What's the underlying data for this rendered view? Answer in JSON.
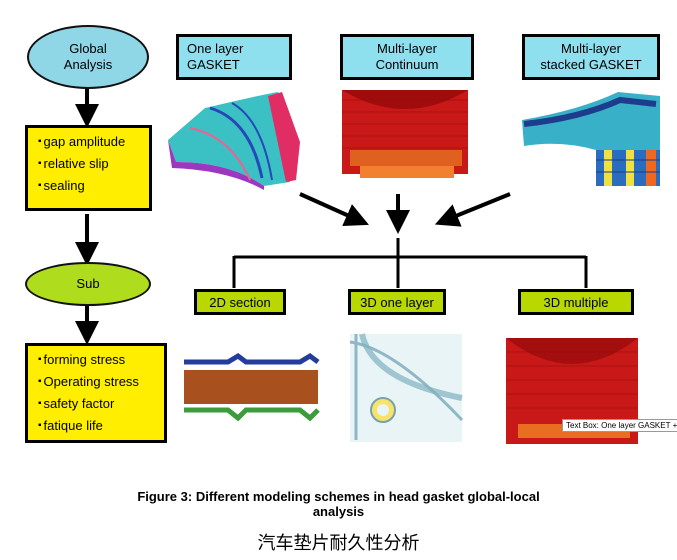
{
  "left_column": {
    "global_ellipse": "Global\nAnalysis",
    "global_items": [
      "gap amplitude",
      "relative slip",
      "sealing"
    ],
    "sub_ellipse": "Sub",
    "sub_items": [
      "forming stress",
      "Operating stress",
      "safety factor",
      "fatique life"
    ]
  },
  "top_boxes": [
    {
      "label": "One layer\nGASKET"
    },
    {
      "label": "Multi-layer\nContinuum"
    },
    {
      "label": "Multi-layer\nstacked GASKET"
    }
  ],
  "bottom_boxes": [
    {
      "label": "2D section"
    },
    {
      "label": "3D one layer"
    },
    {
      "label": "3D multiple"
    }
  ],
  "tooltip_text": "Text Box: One layer GASKET +",
  "caption": {
    "line1": "Figure 3: Different modeling schemes in head gasket global-local",
    "line2": "analysis",
    "subtitle": "汽车垫片耐久性分析"
  },
  "colors": {
    "ellipse_cyan": "#8fd6e6",
    "ellipse_lime": "#b0dc1e",
    "box_yellow": "#ffee00",
    "box_lime": "#b8d800",
    "box_cyan": "#8fe0ee"
  }
}
